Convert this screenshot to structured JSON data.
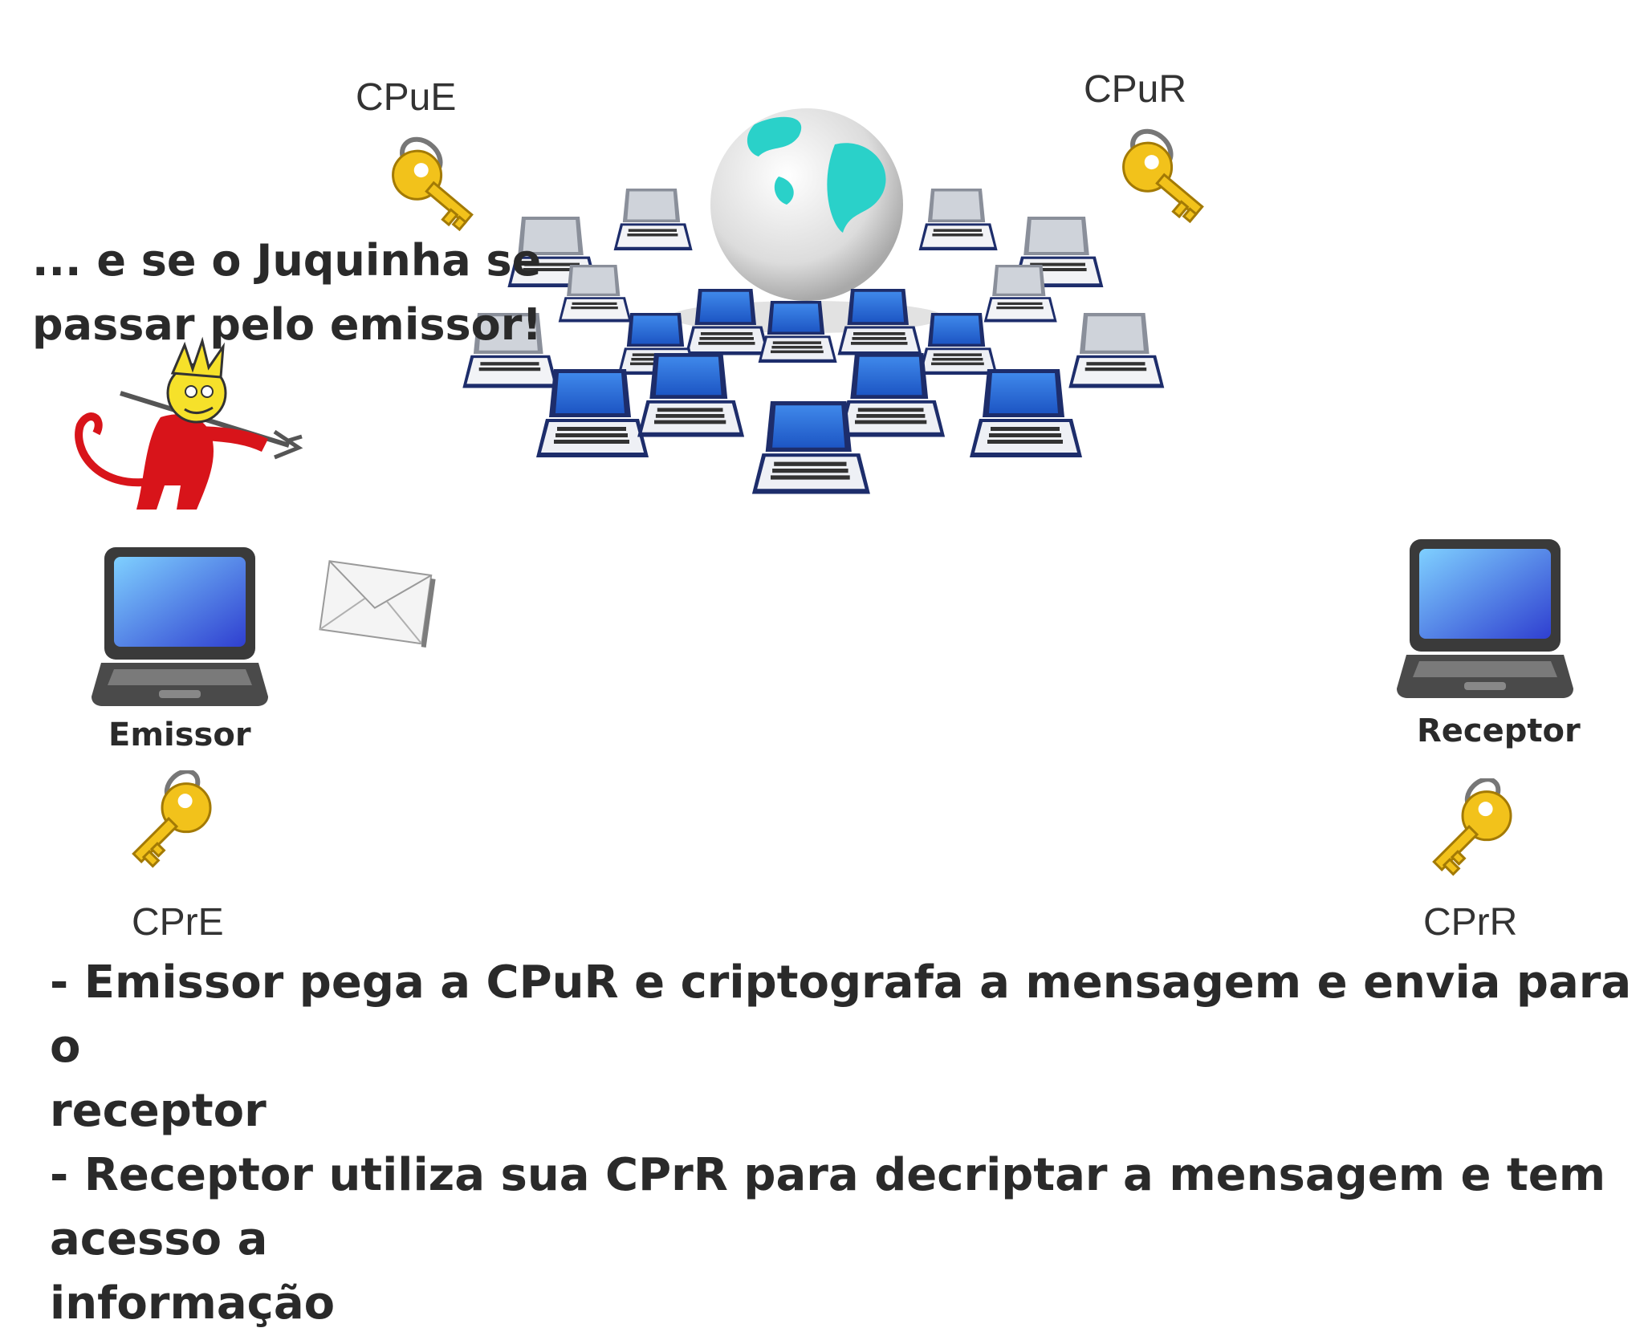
{
  "keys": {
    "public_emitter": "CPuE",
    "public_receiver": "CPuR",
    "private_emitter": "CPrE",
    "private_receiver": "CPrR"
  },
  "nodes": {
    "emitter": "Emissor",
    "receiver": "Receptor"
  },
  "headline": {
    "line1": "... e se o Juquinha se",
    "line2": "passar pelo emissor!"
  },
  "bullets": [
    {
      "line1": "- Emissor pega a CPuR e criptografa a mensagem e envia para o",
      "line2": "receptor"
    },
    {
      "line1": "- Receptor utiliza sua CPrR para decriptar a mensagem e tem acesso a",
      "line2": "informação"
    }
  ],
  "icons": {
    "globe": "globe-network-icon",
    "key": "key-icon",
    "laptop": "laptop-icon",
    "envelope": "envelope-icon",
    "devil": "devil-character-icon"
  },
  "colors": {
    "key_gold": "#f2c21b",
    "laptop_screen": "#2a6fe0",
    "globe_land": "#2ad1c9",
    "devil_red": "#d8141a"
  }
}
